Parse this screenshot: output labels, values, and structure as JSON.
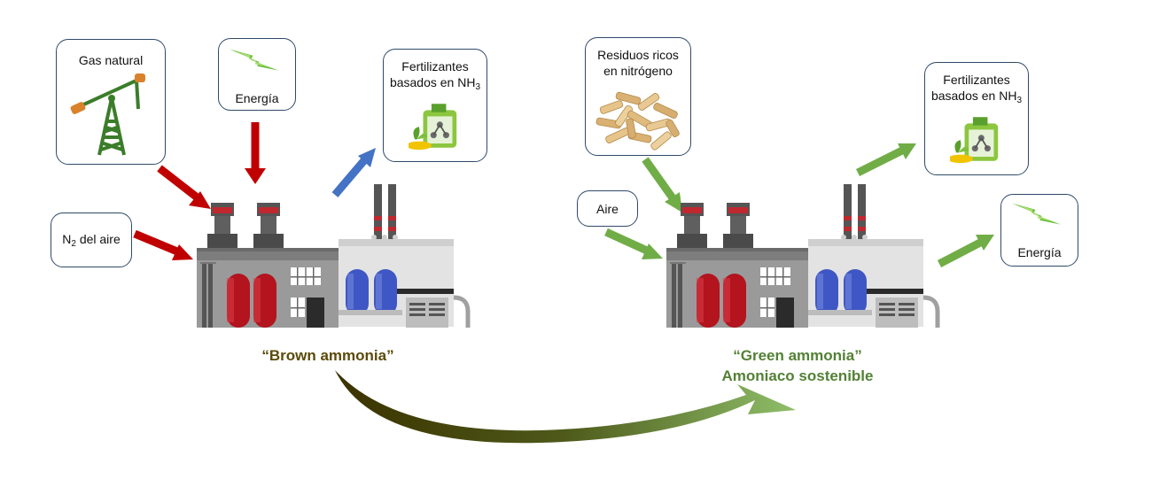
{
  "left": {
    "boxes": {
      "gas": "Gas natural",
      "energy": "Energía",
      "fert_line1": "Fertilizantes",
      "fert_line2": "basados en NH",
      "fert_sub": "3",
      "n2_prefix": "N",
      "n2_sub": "2",
      "n2_rest": " del aire"
    },
    "caption": "“Brown ammonia”"
  },
  "right": {
    "boxes": {
      "waste_line1": "Residuos ricos",
      "waste_line2": "en nitrógeno",
      "air": "Aire",
      "fert_line1": "Fertilizantes",
      "fert_line2": "basados en NH",
      "fert_sub": "3",
      "energy": "Energía"
    },
    "caption_line1": "“Green ammonia”",
    "caption_line2": "Amoniaco sostenible"
  },
  "colors": {
    "red_arrow": "#c00000",
    "blue_arrow": "#4472c4",
    "green_arrow": "#70ad47",
    "brown_caption": "#5b4a0a",
    "green_caption": "#538135"
  }
}
